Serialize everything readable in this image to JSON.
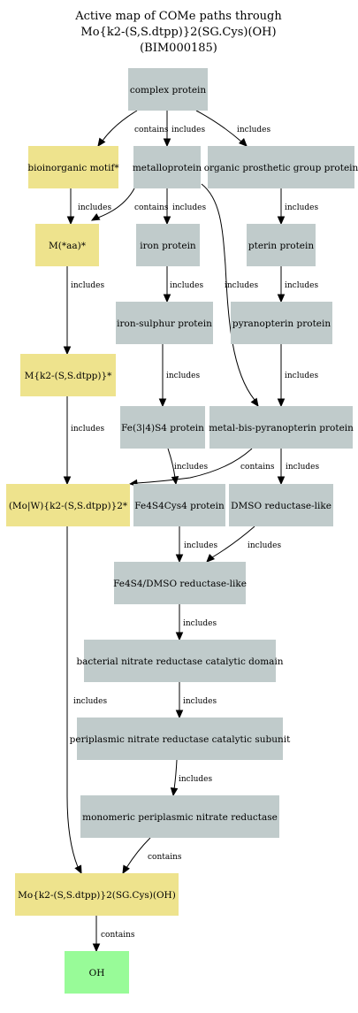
{
  "title": {
    "lines": [
      "Active map of COMe paths through",
      "Mo{k2-(S,S.dtpp)}2(SG.Cys)(OH)",
      "(BIM000185)"
    ]
  },
  "colors": {
    "grey_node": "#c0cbcb",
    "yellow_node": "#eee38d",
    "green_node": "#98fb98",
    "edge": "#000000"
  },
  "nodes": [
    {
      "id": "complex_protein",
      "label": "complex protein",
      "kind": "grey"
    },
    {
      "id": "bioinorganic_motif",
      "label": "bioinorganic motif*",
      "kind": "yellow"
    },
    {
      "id": "metalloprotein",
      "label": "metalloprotein",
      "kind": "grey"
    },
    {
      "id": "organic_prosthetic",
      "label": "organic prosthetic group protein",
      "kind": "grey"
    },
    {
      "id": "m_aa",
      "label": "M(*aa)*",
      "kind": "yellow"
    },
    {
      "id": "iron_protein",
      "label": "iron protein",
      "kind": "grey"
    },
    {
      "id": "pterin_protein",
      "label": "pterin protein",
      "kind": "grey"
    },
    {
      "id": "iron_sulphur",
      "label": "iron-sulphur protein",
      "kind": "grey"
    },
    {
      "id": "pyranopterin",
      "label": "pyranopterin protein",
      "kind": "grey"
    },
    {
      "id": "m_k2",
      "label": "M{k2-(S,S.dtpp)}*",
      "kind": "yellow"
    },
    {
      "id": "fe34s4",
      "label": "Fe(3|4)S4 protein",
      "kind": "grey"
    },
    {
      "id": "metal_bis",
      "label": "metal-bis-pyranopterin protein",
      "kind": "grey"
    },
    {
      "id": "mo_w",
      "label": "(Mo|W){k2-(S,S.dtpp)}2*",
      "kind": "yellow"
    },
    {
      "id": "fe4s4cys4",
      "label": "Fe4S4Cys4 protein",
      "kind": "grey"
    },
    {
      "id": "dmso_like",
      "label": "DMSO reductase-like",
      "kind": "grey"
    },
    {
      "id": "fe4s4_dmso",
      "label": "Fe4S4/DMSO reductase-like",
      "kind": "grey"
    },
    {
      "id": "bact_nitrate",
      "label": "bacterial nitrate reductase catalytic domain",
      "kind": "grey"
    },
    {
      "id": "peri_subunit",
      "label": "periplasmic nitrate reductase catalytic subunit",
      "kind": "grey"
    },
    {
      "id": "mono_peri",
      "label": "monomeric periplasmic nitrate reductase",
      "kind": "grey"
    },
    {
      "id": "target",
      "label": "Mo{k2-(S,S.dtpp)}2(SG.Cys)(OH)",
      "kind": "yellow"
    },
    {
      "id": "oh",
      "label": "OH",
      "kind": "green"
    }
  ],
  "edges": [
    {
      "id": "e1",
      "from": "complex_protein",
      "to": "bioinorganic_motif",
      "label": "contains"
    },
    {
      "id": "e2",
      "from": "complex_protein",
      "to": "metalloprotein",
      "label": "includes"
    },
    {
      "id": "e3",
      "from": "complex_protein",
      "to": "organic_prosthetic",
      "label": "includes"
    },
    {
      "id": "e4",
      "from": "bioinorganic_motif",
      "to": "m_aa",
      "label": "includes"
    },
    {
      "id": "e5",
      "from": "metalloprotein",
      "to": "m_aa",
      "label": "contains"
    },
    {
      "id": "e6",
      "from": "metalloprotein",
      "to": "iron_protein",
      "label": "includes"
    },
    {
      "id": "e7",
      "from": "metalloprotein",
      "to": "metal_bis",
      "label": "includes"
    },
    {
      "id": "e8",
      "from": "organic_prosthetic",
      "to": "pterin_protein",
      "label": "includes"
    },
    {
      "id": "e9",
      "from": "m_aa",
      "to": "m_k2",
      "label": "includes"
    },
    {
      "id": "e10",
      "from": "iron_protein",
      "to": "iron_sulphur",
      "label": "includes"
    },
    {
      "id": "e11",
      "from": "pterin_protein",
      "to": "pyranopterin",
      "label": "includes"
    },
    {
      "id": "e12",
      "from": "iron_sulphur",
      "to": "fe34s4",
      "label": "includes"
    },
    {
      "id": "e13",
      "from": "pyranopterin",
      "to": "metal_bis",
      "label": "includes"
    },
    {
      "id": "e14",
      "from": "m_k2",
      "to": "mo_w",
      "label": "includes"
    },
    {
      "id": "e15",
      "from": "fe34s4",
      "to": "fe4s4cys4",
      "label": "includes"
    },
    {
      "id": "e16",
      "from": "metal_bis",
      "to": "mo_w",
      "label": "contains"
    },
    {
      "id": "e17",
      "from": "metal_bis",
      "to": "dmso_like",
      "label": "includes"
    },
    {
      "id": "e18",
      "from": "fe4s4cys4",
      "to": "fe4s4_dmso",
      "label": "includes"
    },
    {
      "id": "e19",
      "from": "dmso_like",
      "to": "fe4s4_dmso",
      "label": "includes"
    },
    {
      "id": "e20",
      "from": "fe4s4_dmso",
      "to": "bact_nitrate",
      "label": "includes"
    },
    {
      "id": "e21",
      "from": "bact_nitrate",
      "to": "peri_subunit",
      "label": "includes"
    },
    {
      "id": "e22",
      "from": "peri_subunit",
      "to": "mono_peri",
      "label": "includes"
    },
    {
      "id": "e23",
      "from": "mo_w",
      "to": "target",
      "label": "includes"
    },
    {
      "id": "e24",
      "from": "mono_peri",
      "to": "target",
      "label": "contains"
    },
    {
      "id": "e25",
      "from": "target",
      "to": "oh",
      "label": "contains"
    }
  ]
}
